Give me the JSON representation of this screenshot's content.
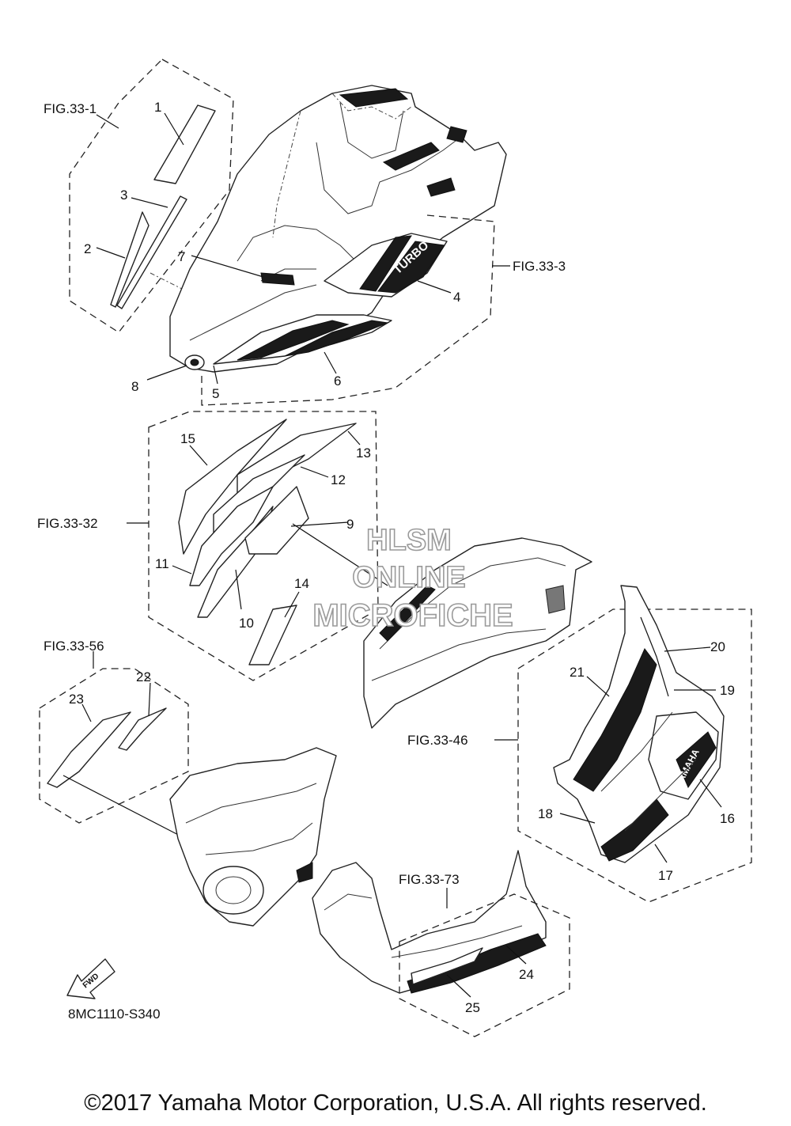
{
  "figures": {
    "fig_33_1": "FIG.33-1",
    "fig_33_3": "FIG.33-3",
    "fig_33_32": "FIG.33-32",
    "fig_33_56": "FIG.33-56",
    "fig_33_46": "FIG.33-46",
    "fig_33_73": "FIG.33-73"
  },
  "parts": {
    "p1": "1",
    "p2": "2",
    "p3": "3",
    "p4": "4",
    "p5": "5",
    "p6": "6",
    "p7": "7",
    "p8": "8",
    "p9": "9",
    "p10": "10",
    "p11": "11",
    "p12": "12",
    "p13": "13",
    "p14": "14",
    "p15": "15",
    "p16": "16",
    "p17": "17",
    "p18": "18",
    "p19": "19",
    "p20": "20",
    "p21": "21",
    "p22": "22",
    "p23": "23",
    "p24": "24",
    "p25": "25"
  },
  "decal_texts": {
    "turbo": "TURBO",
    "yamaha": "YAMAHA",
    "fwd": "FWD"
  },
  "diagram_code": "8MC1110-S340",
  "watermark": {
    "line1": "HLSM",
    "line2": "ONLINE",
    "line3": "MICROFICHE"
  },
  "copyright": "©2017 Yamaha Motor Corporation, U.S.A. All rights reserved."
}
